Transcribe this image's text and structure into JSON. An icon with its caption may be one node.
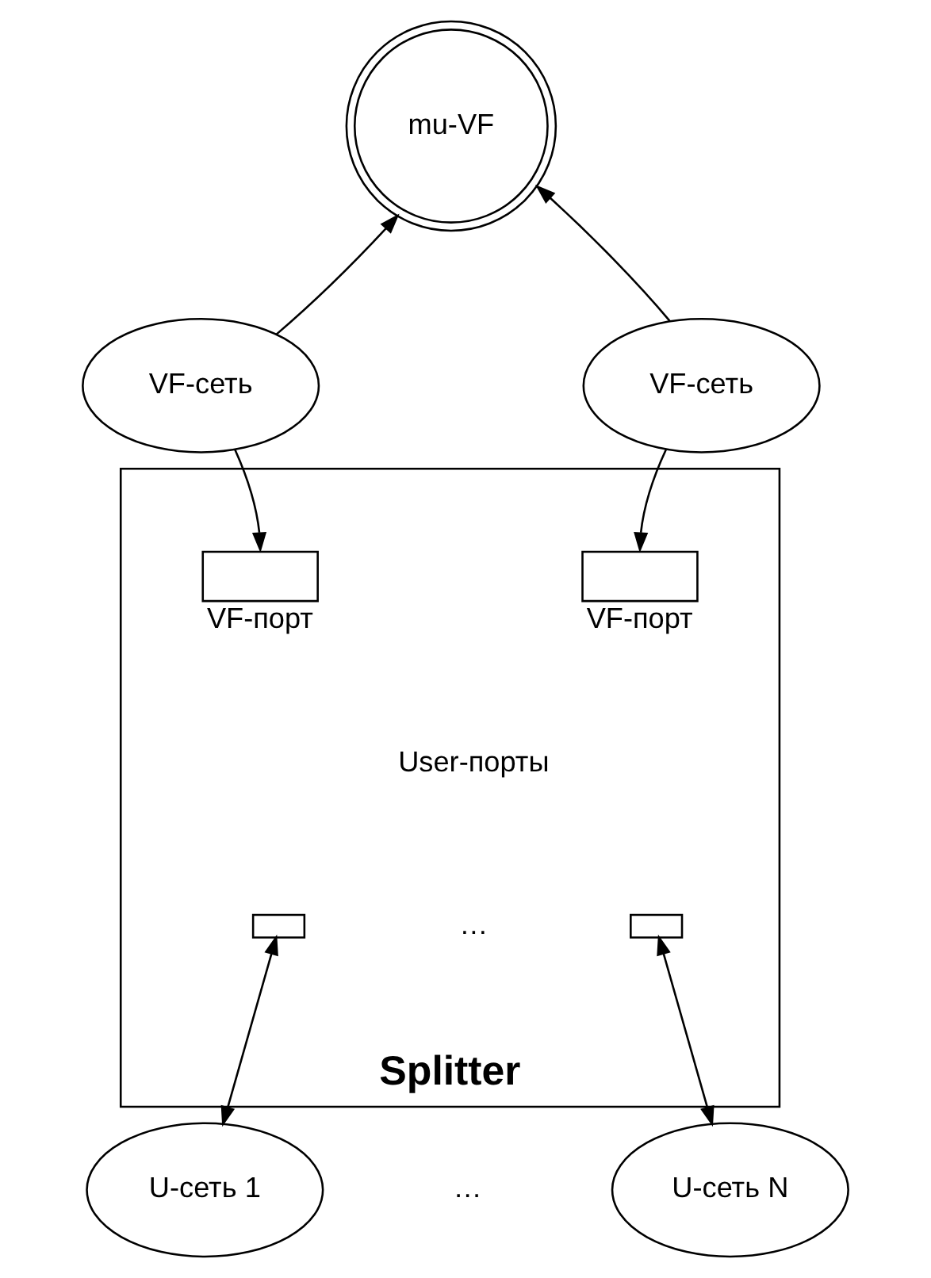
{
  "diagram": {
    "nodes": [
      {
        "text": [
          "mu-VF"
        ]
      },
      {
        "text": [
          "VF-сеть"
        ]
      },
      {
        "text": [
          "VF-сеть"
        ]
      },
      {
        "text": [
          "Splitter"
        ]
      },
      {
        "text": [],
        "shape": "box",
        "in": 3,
        "beside": [
          "VF-порт"
        ]
      },
      {
        "text": [],
        "shape": "box",
        "in": 3,
        "beside": [
          "VF-порт"
        ]
      },
      {
        "text": [],
        "shape": "box",
        "in": 3
      },
      {
        "text": [],
        "shape": "box",
        "in": 3
      },
      {
        "text": [
          "U-сеть 1"
        ]
      },
      {
        "text": [
          "U-сеть N"
        ]
      }
    ],
    "edges": [
      {
        "from": 1,
        "to": 0,
        "arrow": "to"
      },
      {
        "from": 2,
        "to": 0,
        "arrow": "to"
      },
      {
        "from": 1,
        "to": 4,
        "arrow": "to"
      },
      {
        "from": 2,
        "to": 5,
        "arrow": "to"
      },
      {
        "from": 6,
        "to": 8,
        "arrow": "both"
      },
      {
        "from": 7,
        "to": 9,
        "arrow": "both"
      }
    ],
    "labels": [
      "User-порты",
      "…",
      "…"
    ]
  }
}
